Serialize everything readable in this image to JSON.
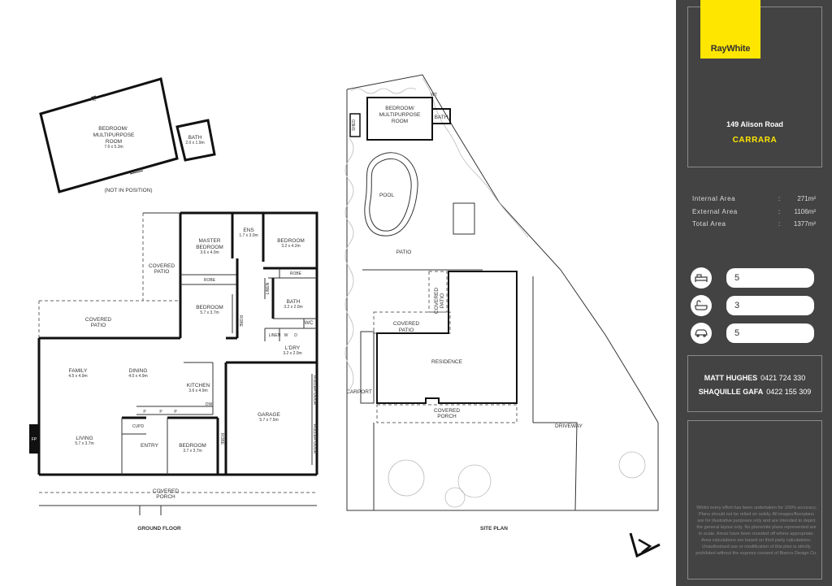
{
  "brand": "RayWhite",
  "property": {
    "address": "149 Alison Road",
    "suburb": "CARRARA"
  },
  "areas": [
    {
      "label": "Internal Area",
      "sep": ":",
      "value": "271m²"
    },
    {
      "label": "External Area",
      "sep": ":",
      "value": "1106m²"
    },
    {
      "label": "Total Area",
      "sep": ":",
      "value": "1377m²"
    }
  ],
  "features": [
    {
      "icon": "bed-icon",
      "value": "5"
    },
    {
      "icon": "bath-icon",
      "value": "3"
    },
    {
      "icon": "car-icon",
      "value": "5"
    }
  ],
  "agents": [
    {
      "name": "MATT HUGHES",
      "phone": "0421 724 330"
    },
    {
      "name": "SHAQUILLE GAFA",
      "phone": "0422 155 309"
    }
  ],
  "disclaimer": "Whilst every effort has been undertaken for 100% accuracy, Plans should not be relied on solely. All images/floorplans are for illustrative purposes only and are intended to depict the general layout only. No plans/site plans represented are to scale. Areas have been rounded off where appropriate. Area calculations are based on third party calculations. Unauthorised use or modification of this plan is strictly prohibited without the express consent of Bianco Design Co.",
  "floor": {
    "caption": "GROUND FLOOR",
    "not_in_position": "(NOT IN POSITION)",
    "rooms": {
      "bed_multi_1": "BEDROOM/",
      "bed_multi_2": "MULTIPURPOSE",
      "bed_multi_3": "ROOM",
      "bed_multi_dim": "7.6 x 5.3m",
      "bath_detached": "BATH",
      "bath_detached_dim": "2.0 x 1.9m",
      "master_1": "MASTER",
      "master_2": "BEDROOM",
      "master_dim": "3.6 x 4.0m",
      "ens": "ENS",
      "ens_dim": "1.7 x 3.0m",
      "bed_a": "BEDROOM",
      "bed_a_dim": "3.2 x 4.2m",
      "robe_a": "ROBE",
      "robe_b": "ROBE",
      "robe_c": "ROBE",
      "robe_d": "ROBE",
      "linen_a": "LINEN",
      "linen_b": "LINEN",
      "covered_patio_1": "COVERED",
      "covered_patio_2": "PATIO",
      "bed_b": "BEDROOM",
      "bed_b_dim": "5.7 x 3.7m",
      "bath_main": "BATH",
      "bath_main_dim": "3.2 x 2.0m",
      "wc": "WC",
      "ldry": "L'DRY",
      "ldry_dim": "3.2 x 2.0m",
      "wm": "W",
      "dm": "D",
      "family": "FAMILY",
      "family_dim": "4.5 x 4.9m",
      "dining": "DINING",
      "dining_dim": "4.0 x 4.9m",
      "kitchen": "KITCHEN",
      "kitchen_dim": "3.6 x 4.9m",
      "dw": "DW",
      "p1": "P",
      "p2": "P",
      "p3": "P",
      "cupd": "CUPD",
      "living": "LIVING",
      "living_dim": "5.7 x 3.7m",
      "entry": "ENTRY",
      "bed_c": "BEDROOM",
      "bed_c_dim": "3.7 x 3.7m",
      "garage": "GARAGE",
      "garage_dim": "5.7 x 7.5m",
      "roller_door": "ROLLER DOOR",
      "fp": "FP",
      "ac": "AC",
      "covered_porch_1": "COVERED",
      "covered_porch_2": "PORCH"
    }
  },
  "site": {
    "caption": "SITE PLAN",
    "labels": {
      "bed_1": "BEDROOM/",
      "bed_2": "MULTIPURPOSE",
      "bed_3": "ROOM",
      "bath": "BATH",
      "shed": "SHED",
      "wt": "WT",
      "pool": "POOL",
      "patio": "PATIO",
      "covered_1": "COVERED",
      "covered_2": "PATIO",
      "covered_3": "COVERED",
      "covered_4": "PATIO",
      "residence": "RESIDENCE",
      "carport": "CARPORT",
      "porch_1": "COVERED",
      "porch_2": "PORCH",
      "driveway": "DRIVEWAY"
    }
  },
  "colors": {
    "panel": "#434343",
    "accent": "#ffe600",
    "pill": "#ffffff"
  }
}
